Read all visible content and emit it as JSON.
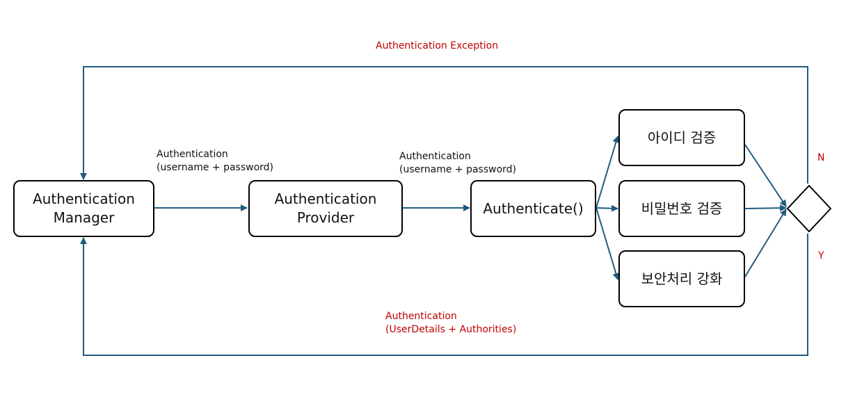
{
  "colors": {
    "line": "#1f5c7f",
    "alert_text": "#c00000",
    "box_border": "#000000",
    "text": "#111111"
  },
  "nodes": {
    "manager": "Authentication\nManager",
    "provider": "Authentication\nProvider",
    "authenticate": "Authenticate()",
    "id_check": "아이디 검증",
    "password_check": "비밀번호 검증",
    "security_check": "보안처리 강화"
  },
  "edges": {
    "manager_to_provider": "Authentication\n(username + password)",
    "provider_to_authenticate": "Authentication\n(username + password)",
    "exception_path": "Authentication Exception",
    "success_path": "Authentication\n(UserDetails + Authorities)"
  },
  "decision": {
    "no": "N",
    "yes": "Y"
  }
}
